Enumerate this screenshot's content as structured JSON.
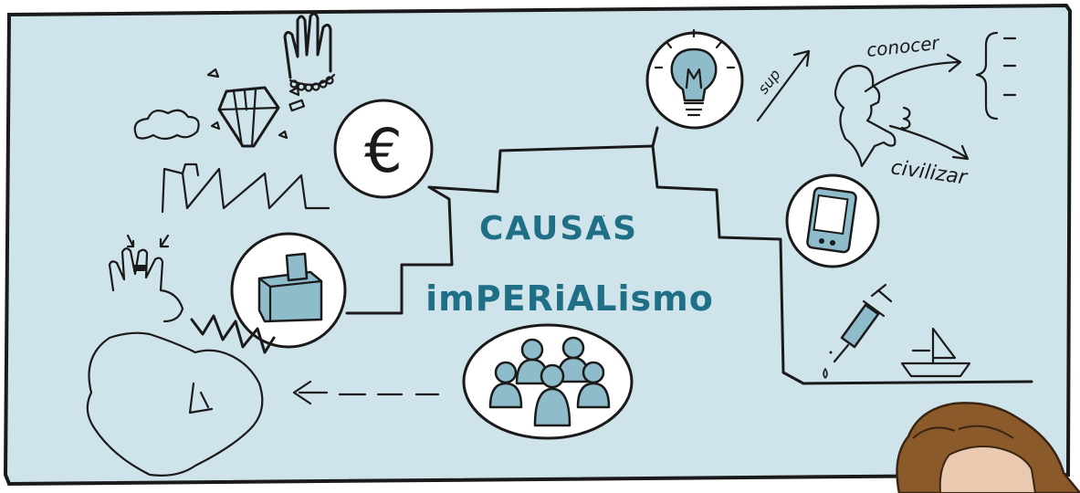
{
  "diagram": {
    "title_line1": "CAUSAS",
    "title_line2": "imPERiALismo",
    "word_conocer": "conocer",
    "word_civilizar": "civilizar",
    "word_sup": "sup",
    "euro_symbol": "€",
    "colors": {
      "board": "#cfe3ea",
      "title": "#1f6f86",
      "teal_fill": "#8fbccb",
      "ink": "#1a1a1a",
      "hair": "#8a5a2b",
      "skin": "#e9c9b0"
    },
    "icons": [
      "gem-icon",
      "glove-icon",
      "factory-icon",
      "euro-icon",
      "ballot-box-icon",
      "ringed-hand-icon",
      "globe-continent-icon",
      "people-crowd-icon",
      "lightbulb-icon",
      "arrow-up-icon",
      "thinking-head-icon",
      "brace-list-icon",
      "phone-device-icon",
      "syringe-icon",
      "boat-icon",
      "arrow-left-dashed-icon",
      "person-presenter-icon"
    ]
  }
}
